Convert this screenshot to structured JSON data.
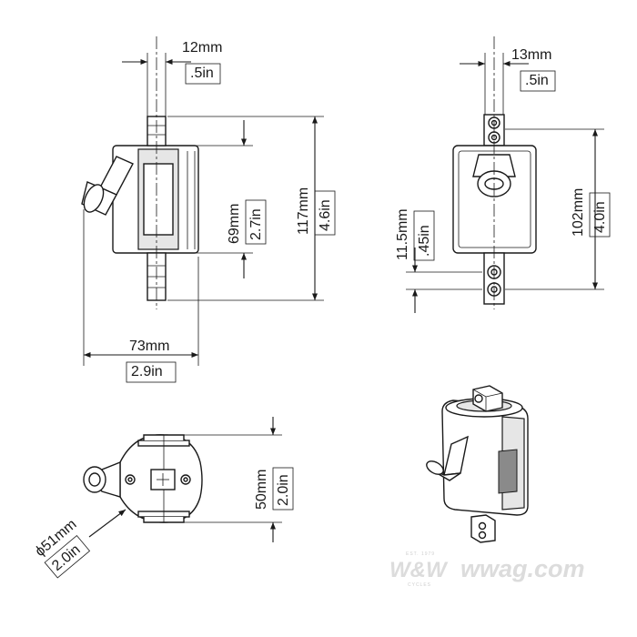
{
  "dimensions": {
    "top_left": {
      "width_mm": "12mm",
      "width_in": ".5in",
      "inner_height_mm": "69mm",
      "inner_height_in": "2.7in",
      "total_height_mm": "117mm",
      "total_height_in": "4.6in",
      "depth_mm": "73mm",
      "depth_in": "2.9in"
    },
    "top_right": {
      "width_mm": "13mm",
      "width_in": ".5in",
      "height_mm": "102mm",
      "height_in": "4.0in",
      "spacing_mm": "11.5mm",
      "spacing_in": ".45in"
    },
    "bottom_left": {
      "height_mm": "50mm",
      "height_in": "2.0in",
      "diameter_mm": "ϕ51mm",
      "diameter_in": "2.0in"
    }
  },
  "watermark": {
    "logo": "W&W",
    "site": "wwag.com",
    "est": "EST. 1979",
    "origin": "CYCLES"
  }
}
